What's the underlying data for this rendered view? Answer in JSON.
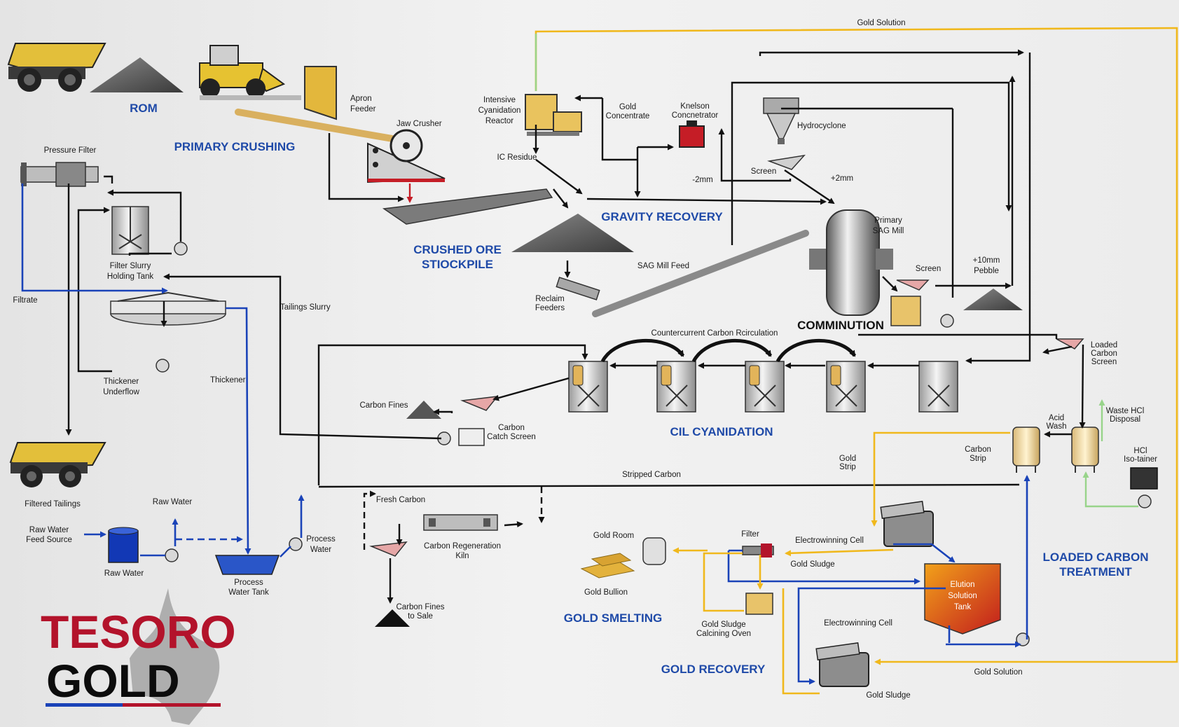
{
  "sections": {
    "rom": "ROM",
    "primary_crushing": "PRIMARY CRUSHING",
    "crushed_ore_stockpile_1": "CRUSHED ORE",
    "crushed_ore_stockpile_2": "STIOCKPILE",
    "gravity_recovery": "GRAVITY RECOVERY",
    "comminution": "COMMINUTION",
    "cil_cyanidation": "CIL  CYANIDATION",
    "loaded_carbon_treatment_1": "LOADED CARBON",
    "loaded_carbon_treatment_2": "TREATMENT",
    "gold_smelting": "GOLD SMELTING",
    "gold_recovery": "GOLD RECOVERY"
  },
  "labels": {
    "gold_solution_top": "Gold Solution",
    "apron_feeder_1": "Apron",
    "apron_feeder_2": "Feeder",
    "jaw_crusher": "Jaw Crusher",
    "pressure_filter": "Pressure Filter",
    "filter_slurry_1": "Filter Slurry",
    "filter_slurry_2": "Holding Tank",
    "filtrate": "Filtrate",
    "tailings_slurry": "Tailings Slurry",
    "thickener": "Thickener",
    "thickener_underflow_1": "Thickener",
    "thickener_underflow_2": "Underflow",
    "filtered_tailings": "Filtered Tailings",
    "raw_water": "Raw Water",
    "raw_water_feed_1": "Raw Water",
    "raw_water_feed_2": "Feed Source",
    "raw_water_tank": "Raw Water",
    "process_water_1": "Process",
    "process_water_2": "Water",
    "process_water_tank_1": "Process",
    "process_water_tank_2": "Water Tank",
    "icr_1": "Intensive",
    "icr_2": "Cyanidation",
    "icr_3": "Reactor",
    "gold_concentrate_1": "Gold",
    "gold_concentrate_2": "Concentrate",
    "knelson_1": "Knelson",
    "knelson_2": "Concnetrator",
    "ic_residue": "IC Residue",
    "hydrocyclone": "Hydrocyclone",
    "screen_top": "Screen",
    "minus_2mm": "-2mm",
    "plus_2mm": "+2mm",
    "primary_sag_1": "Primary",
    "primary_sag_2": "SAG Mill",
    "screen_mill": "Screen",
    "pebble_1": "+10mm",
    "pebble_2": "Pebble",
    "sag_feed": "SAG Mill Feed",
    "reclaim_1": "Reclaim",
    "reclaim_2": "Feeders",
    "countercurrent": "Countercurrent Carbon Rcirculation",
    "loaded_screen_1": "Loaded",
    "loaded_screen_2": "Carbon",
    "loaded_screen_3": "Screen",
    "carbon_fines": "Carbon Fines",
    "catch_screen_1": "Carbon",
    "catch_screen_2": "Catch Screen",
    "acid_wash_1": "Acid",
    "acid_wash_2": "Wash",
    "waste_hcl_1": "Waste HCl",
    "waste_hcl_2": "Disposal",
    "hcl_iso_1": "HCl",
    "hcl_iso_2": "Iso-tainer",
    "carbon_strip_1": "Carbon",
    "carbon_strip_2": "Strip",
    "gold_strip_1": "Gold",
    "gold_strip_2": "Strip",
    "stripped_carbon": "Stripped Carbon",
    "fresh_carbon": "Fresh Carbon",
    "kiln_1": "Carbon Regeneration",
    "kiln_2": "Kiln",
    "carbon_fines_sale_1": "Carbon Fines",
    "carbon_fines_sale_2": "to Sale",
    "gold_room": "Gold Room",
    "gold_bullion": "Gold Bullion",
    "filter": "Filter",
    "ew_cell_top": "Electrowinning Cell",
    "gold_sludge_top": "Gold Sludge",
    "calcining_1": "Gold Sludge",
    "calcining_2": "Calcining Oven",
    "ew_cell_bottom": "Electrowinning Cell",
    "elution_1": "Elution",
    "elution_2": "Solution",
    "elution_3": "Tank",
    "gold_solution_bottom": "Gold Solution",
    "gold_sludge_bottom": "Gold Sludge"
  },
  "logo": {
    "line1": "TESORO",
    "line2": "GOLD"
  },
  "colors": {
    "flow_ore": "#111111",
    "flow_water": "#1a43b8",
    "flow_gold_solution": "#f0b81c",
    "flow_acid": "#98d48a",
    "section_label": "#1f4aa8",
    "logo_red": "#b3132b"
  }
}
